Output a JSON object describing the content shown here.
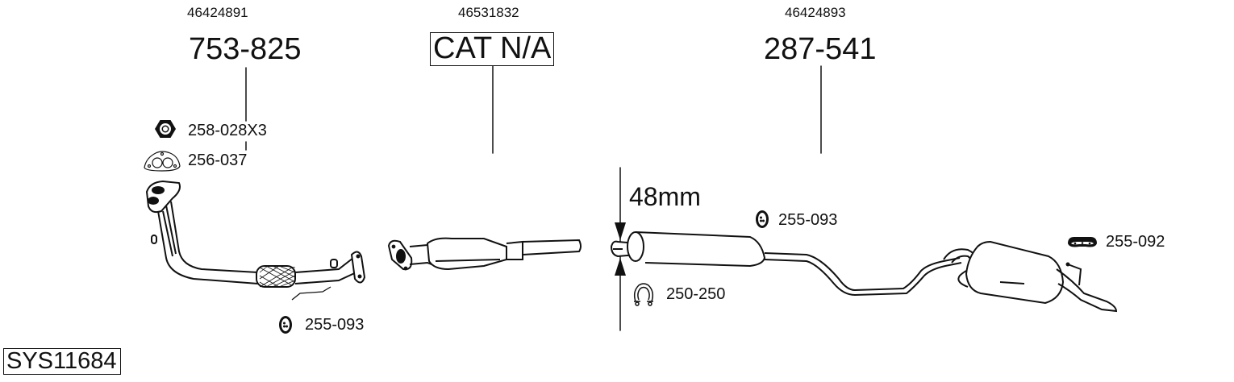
{
  "diagram": {
    "system_code": "SYS11684",
    "sections": [
      {
        "oem_number": "46424891",
        "part_number": "753-825",
        "description": "front pipe with flex",
        "accessories": [
          {
            "code": "258-028X3",
            "icon": "hex-nut-icon"
          },
          {
            "code": "256-037",
            "icon": "flange-gasket-icon"
          },
          {
            "code": "255-093",
            "icon": "rubber-hanger-icon"
          }
        ]
      },
      {
        "oem_number": "46531832",
        "part_number": "CAT N/A",
        "boxed": true,
        "description": "catalytic converter",
        "accessories": []
      },
      {
        "oem_number": "46424893",
        "part_number": "287-541",
        "description": "centre and rear silencer",
        "dimension": "48mm",
        "accessories": [
          {
            "code": "255-093",
            "icon": "rubber-hanger-icon"
          },
          {
            "code": "250-250",
            "icon": "pipe-clamp-icon"
          },
          {
            "code": "255-092",
            "icon": "rubber-strap-mount-icon"
          }
        ]
      }
    ],
    "colors": {
      "line": "#111111",
      "background": "#ffffff"
    }
  }
}
